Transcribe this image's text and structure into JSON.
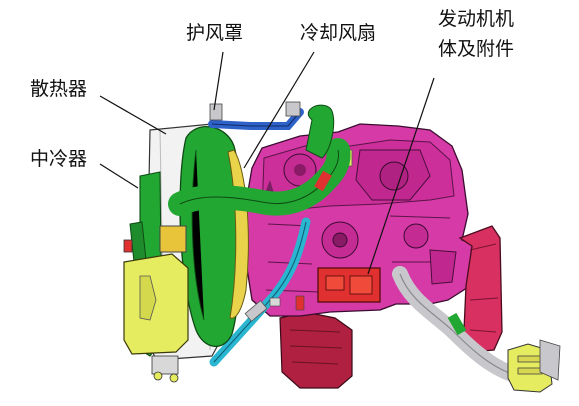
{
  "labels": {
    "guard": "护风罩",
    "fan": "冷却风扇",
    "engine_line1": "发动机机",
    "engine_line2": "体及附件",
    "radiator": "散热器",
    "intercooler": "中冷器"
  },
  "colors": {
    "engine_body": "#d63aa6",
    "engine_dark": "#7a1f62",
    "cooling_green": "#22a832",
    "intercooler_yellow": "#e6ec60",
    "fan_blade": "#e8d34a",
    "pipe_cyan": "#2ab6d0",
    "pipe_blue": "#2f62c8",
    "exhaust_gray": "#c8c8cc",
    "flywheel_red": "#d83060",
    "bracket_red": "#e0302f",
    "oil_pan": "#b02040",
    "leader_line": "#111111"
  }
}
